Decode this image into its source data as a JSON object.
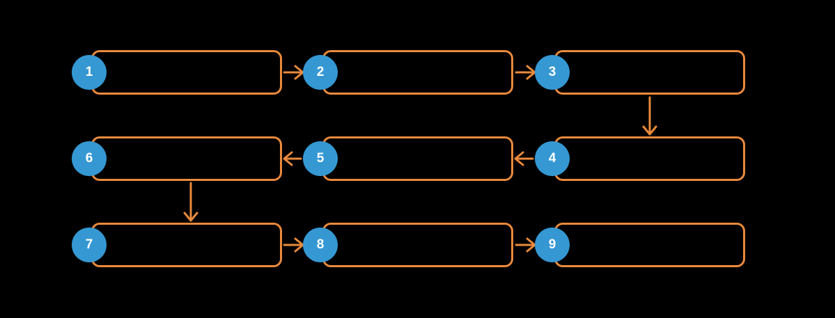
{
  "diagram": {
    "type": "flowchart",
    "layout": "3x3-snake",
    "colors": {
      "background": "#000000",
      "box_border": "#E98A3D",
      "arrow": "#E98A3D",
      "node_circle": "#3598D3",
      "node_number": "#FFFFFF"
    },
    "nodes": [
      {
        "id": "1",
        "label": "1"
      },
      {
        "id": "2",
        "label": "2"
      },
      {
        "id": "3",
        "label": "3"
      },
      {
        "id": "4",
        "label": "4"
      },
      {
        "id": "5",
        "label": "5"
      },
      {
        "id": "6",
        "label": "6"
      },
      {
        "id": "7",
        "label": "7"
      },
      {
        "id": "8",
        "label": "8"
      },
      {
        "id": "9",
        "label": "9"
      }
    ],
    "edges": [
      {
        "from": "1",
        "to": "2",
        "direction": "right"
      },
      {
        "from": "2",
        "to": "3",
        "direction": "right"
      },
      {
        "from": "3",
        "to": "4",
        "direction": "down"
      },
      {
        "from": "4",
        "to": "5",
        "direction": "left"
      },
      {
        "from": "5",
        "to": "6",
        "direction": "left"
      },
      {
        "from": "6",
        "to": "7",
        "direction": "down"
      },
      {
        "from": "7",
        "to": "8",
        "direction": "right"
      },
      {
        "from": "8",
        "to": "9",
        "direction": "right"
      }
    ]
  }
}
